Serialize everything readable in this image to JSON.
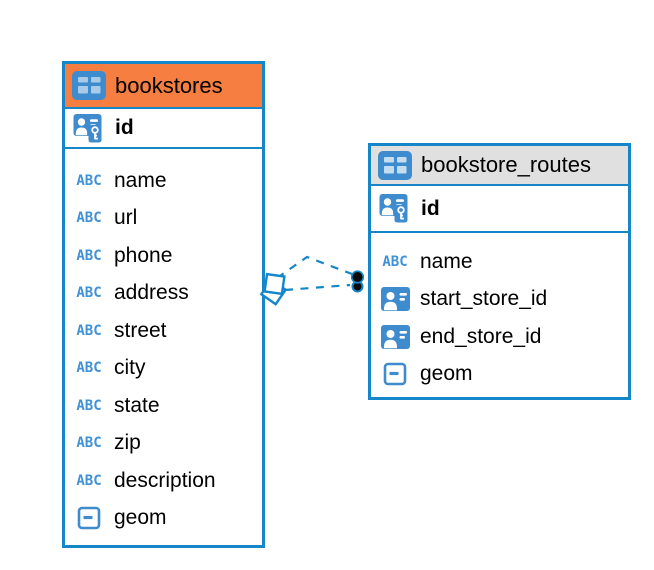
{
  "diagram": {
    "kind": "entity-relationship",
    "background": "#ffffff"
  },
  "colors": {
    "accent_blue": "#1587C9",
    "icon_blue": "#3E8CCE",
    "abc_blue": "#4191D6",
    "header_orange": "#F57E40",
    "header_gray": "#E0E0E0",
    "text": "#000000",
    "dot_fill": "#0b0b0b"
  },
  "icons": {
    "text_glyph": "ABC"
  },
  "tables": [
    {
      "name": "bookstores",
      "header_style": "orange",
      "primary_key": {
        "name": "id",
        "icon": "person-key-icon"
      },
      "columns": [
        {
          "name": "name",
          "icon": "text-icon"
        },
        {
          "name": "url",
          "icon": "text-icon"
        },
        {
          "name": "phone",
          "icon": "text-icon"
        },
        {
          "name": "address",
          "icon": "text-icon"
        },
        {
          "name": "street",
          "icon": "text-icon"
        },
        {
          "name": "city",
          "icon": "text-icon"
        },
        {
          "name": "state",
          "icon": "text-icon"
        },
        {
          "name": "zip",
          "icon": "text-icon"
        },
        {
          "name": "description",
          "icon": "text-icon"
        },
        {
          "name": "geom",
          "icon": "geometry-icon"
        }
      ]
    },
    {
      "name": "bookstore_routes",
      "header_style": "gray",
      "primary_key": {
        "name": "id",
        "icon": "person-key-icon"
      },
      "columns": [
        {
          "name": "name",
          "icon": "text-icon"
        },
        {
          "name": "start_store_id",
          "icon": "person-ref-icon"
        },
        {
          "name": "end_store_id",
          "icon": "person-ref-icon"
        },
        {
          "name": "geom",
          "icon": "geometry-icon"
        }
      ]
    }
  ],
  "relationships": [
    {
      "from_table": "bookstores",
      "to_table": "bookstore_routes",
      "line_style": "dashed",
      "from_marker": "diamond",
      "to_marker": "dot",
      "link_count": 2
    }
  ]
}
